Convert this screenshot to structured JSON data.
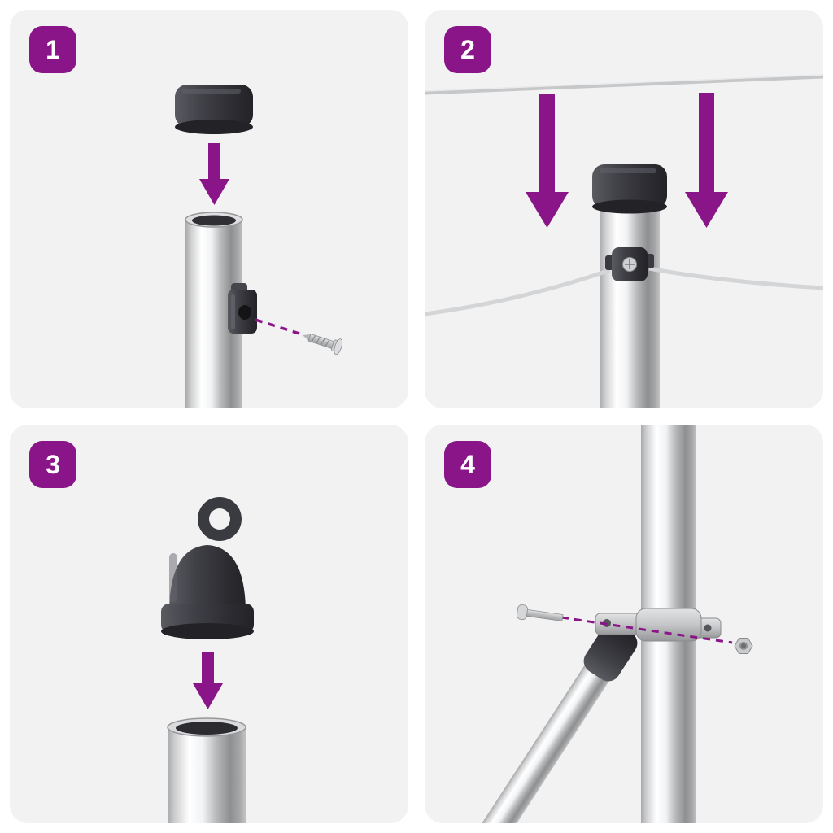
{
  "colors": {
    "accent": "#8A1588",
    "panel-bg": "#F2F2F2",
    "part-dark": "#3A3A41",
    "chrome-light": "#FFFFFF",
    "chrome-dark": "#8E8F91"
  },
  "steps": [
    {
      "number": "1",
      "icons": [
        "cap-icon",
        "down-arrow-icon",
        "pole-icon",
        "bracket-icon",
        "screw-icon",
        "screw-guide-line"
      ]
    },
    {
      "number": "2",
      "icons": [
        "top-wire-icon",
        "down-arrow-left-icon",
        "down-arrow-right-icon",
        "pole-with-cap-icon",
        "wire-icon",
        "wire-clip-icon"
      ]
    },
    {
      "number": "3",
      "icons": [
        "eyelet-cap-icon",
        "down-arrow-icon",
        "tube-icon"
      ]
    },
    {
      "number": "4",
      "icons": [
        "vertical-pole-icon",
        "brace-pole-icon",
        "clamp-icon",
        "bolt-icon",
        "nut-icon",
        "bolt-guide-line"
      ]
    }
  ]
}
